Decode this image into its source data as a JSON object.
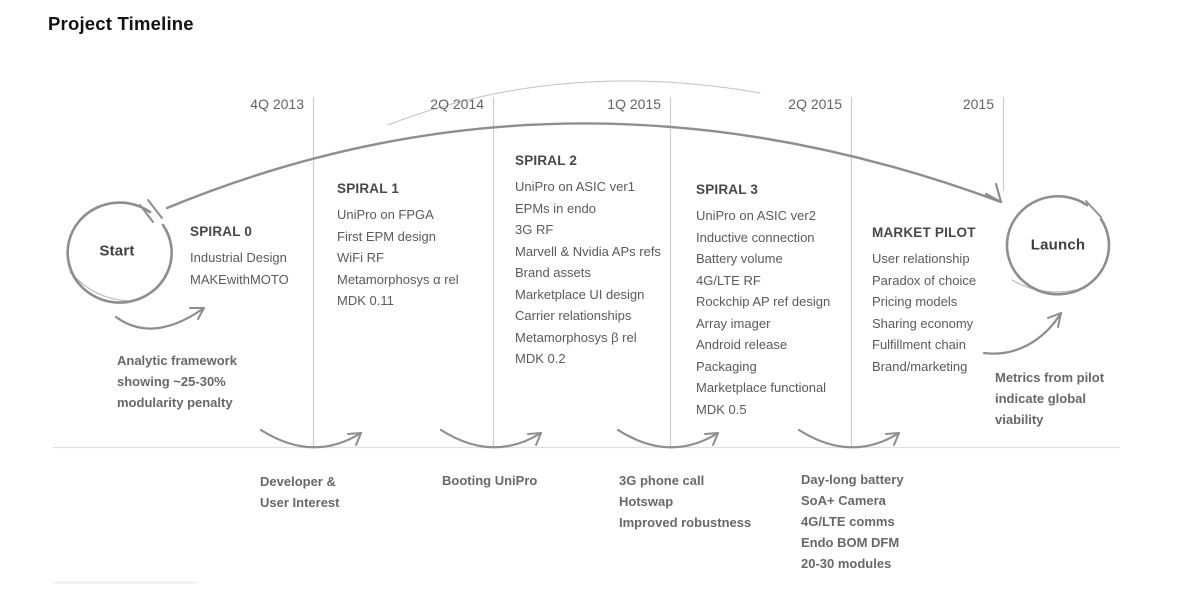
{
  "title": "Project Timeline",
  "colors": {
    "title_ink": "#111111",
    "body_ink": "#5a5a5a",
    "heading_ink": "#474747",
    "note_ink": "#686868",
    "sketch_stroke": "#8e8e8e",
    "divider_line": "#cdcdcd",
    "baseline": "#e0e0e0"
  },
  "timeline": {
    "dates": [
      "4Q 2013",
      "2Q 2014",
      "1Q 2015",
      "2Q 2015",
      "2015"
    ],
    "start_label": "Start",
    "launch_label": "Launch",
    "columns": [
      {
        "heading": "SPIRAL 0",
        "items": [
          "Industrial Design",
          "MAKEwithMOTO"
        ]
      },
      {
        "heading": "SPIRAL 1",
        "items": [
          "UniPro on FPGA",
          "First EPM design",
          "WiFi RF",
          "Metamorphosys α rel",
          "MDK 0.11"
        ]
      },
      {
        "heading": "SPIRAL 2",
        "items": [
          "UniPro on ASIC ver1",
          "EPMs in endo",
          "3G RF",
          "Marvell & Nvidia APs refs",
          "Brand assets",
          "Marketplace UI design",
          "Carrier relationships",
          "Metamorphosys β rel",
          "MDK 0.2"
        ]
      },
      {
        "heading": "SPIRAL 3",
        "items": [
          "UniPro on ASIC ver2",
          "Inductive connection",
          "Battery volume",
          "4G/LTE RF",
          "Rockchip AP ref design",
          "Array imager",
          "Android release",
          "Packaging",
          "Marketplace functional",
          "MDK 0.5"
        ]
      },
      {
        "heading": "MARKET PILOT",
        "items": [
          "User relationship",
          "Paradox of choice",
          "Pricing models",
          "Sharing economy",
          "Fulfillment chain",
          "Brand/marketing"
        ]
      }
    ],
    "notes": [
      {
        "lines": [
          "Analytic framework",
          "showing ~25-30%",
          "modularity penalty"
        ]
      },
      {
        "lines": [
          "Developer &",
          "User Interest"
        ]
      },
      {
        "lines": [
          "Booting UniPro"
        ]
      },
      {
        "lines": [
          "3G phone call",
          "Hotswap",
          "Improved robustness"
        ]
      },
      {
        "lines": [
          "Day-long battery",
          "SoA+ Camera",
          "4G/LTE comms",
          "Endo BOM DFM",
          "20-30 modules"
        ]
      },
      {
        "lines": [
          "Metrics from pilot",
          "indicate global",
          "viability"
        ]
      }
    ]
  }
}
